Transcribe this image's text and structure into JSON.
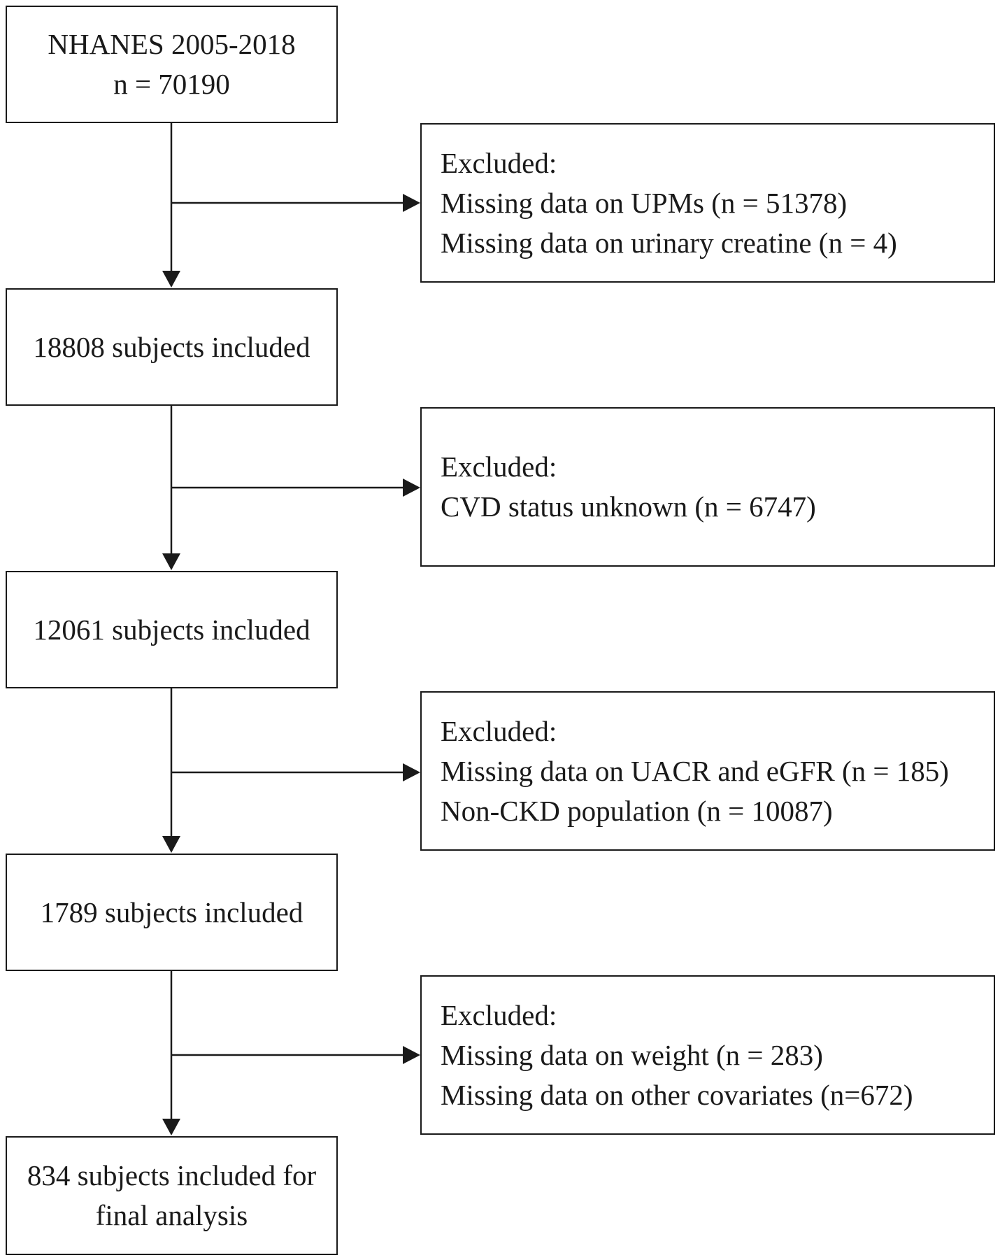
{
  "flowchart": {
    "main_steps": [
      {
        "lines": [
          "NHANES 2005-2018",
          "n = 70190"
        ]
      },
      {
        "lines": [
          "18808 subjects included"
        ]
      },
      {
        "lines": [
          "12061 subjects included"
        ]
      },
      {
        "lines": [
          "1789 subjects included"
        ]
      },
      {
        "lines": [
          "834 subjects included for",
          "final analysis"
        ]
      }
    ],
    "exclusions": [
      {
        "heading": "Excluded:",
        "items": [
          "Missing data on UPMs (n = 51378)",
          "Missing data on urinary creatine (n = 4)"
        ]
      },
      {
        "heading": "Excluded:",
        "items": [
          "CVD status unknown (n = 6747)"
        ]
      },
      {
        "heading": "Excluded:",
        "items": [
          "Missing data on UACR and eGFR (n = 185)",
          "Non-CKD population (n = 10087)"
        ]
      },
      {
        "heading": "Excluded:",
        "items": [
          "Missing data on weight (n = 283)",
          "Missing data on other covariates (n=672)"
        ]
      }
    ]
  },
  "colors": {
    "stroke": "#1a1a1a",
    "background": "#ffffff"
  }
}
